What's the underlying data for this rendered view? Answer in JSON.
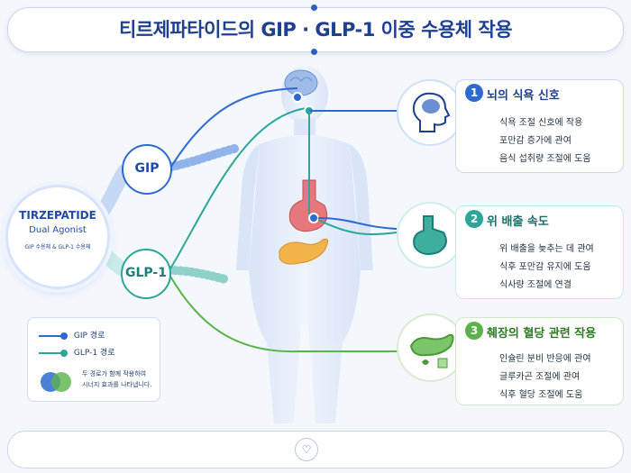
{
  "title": "티르제파타이드의 GIP · GLP-1 이중 수용체 작용",
  "drug": {
    "name": "TIRZEPATIDE",
    "subtitle": "Dual Agonist",
    "description": "GIP 수용체 & GLP-1 수용체"
  },
  "pathways": {
    "gip_label": "GIP",
    "glp1_label": "GLP-1"
  },
  "legend": {
    "gip": "GIP 경로",
    "glp1": "GLP-1 경로",
    "note_line1": "두 경로가 함께 작용하여",
    "note_line2": "시너지 효과를 나타냅니다."
  },
  "cards": [
    {
      "number": "1",
      "title": "뇌의 식욕 신호",
      "lines": [
        "식욕 조절 신호에 작용",
        "포만감 증가에 관여",
        "음식 섭취량 조절에 도움"
      ],
      "icon": "brain-icon"
    },
    {
      "number": "2",
      "title": "위 배출 속도",
      "lines": [
        "위 배출을 늦추는 데 관여",
        "식후 포만감 유지에 도움",
        "식사량 조절에 연결"
      ],
      "icon": "stomach-icon"
    },
    {
      "number": "3",
      "title": "췌장의 혈당 관련 작용",
      "lines": [
        "인슐린 분비 반응에 관여",
        "글루카곤 조절에 관여",
        "식후 혈당 조절에 도움"
      ],
      "icon": "pancreas-icon"
    }
  ],
  "colors": {
    "gip": "#2d6ad0",
    "glp1": "#2aa69a",
    "card3": "#5ab24a",
    "title": "#1f3f8f"
  }
}
